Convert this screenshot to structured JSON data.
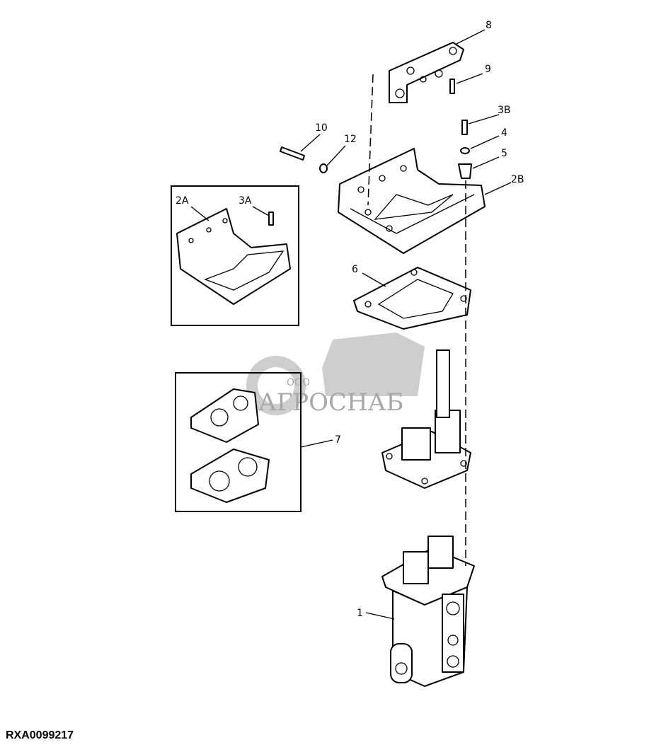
{
  "figure_id": "RXA0099217",
  "watermark": {
    "prefix": "ООО",
    "name": "АГРОСНАБ"
  },
  "callouts": {
    "c1": "1",
    "c2A": "2A",
    "c2B": "2B",
    "c3A": "3A",
    "c3B": "3B",
    "c4": "4",
    "c5": "5",
    "c6": "6",
    "c7": "7",
    "c8": "8",
    "c9": "9",
    "c10": "10",
    "c12": "12"
  }
}
